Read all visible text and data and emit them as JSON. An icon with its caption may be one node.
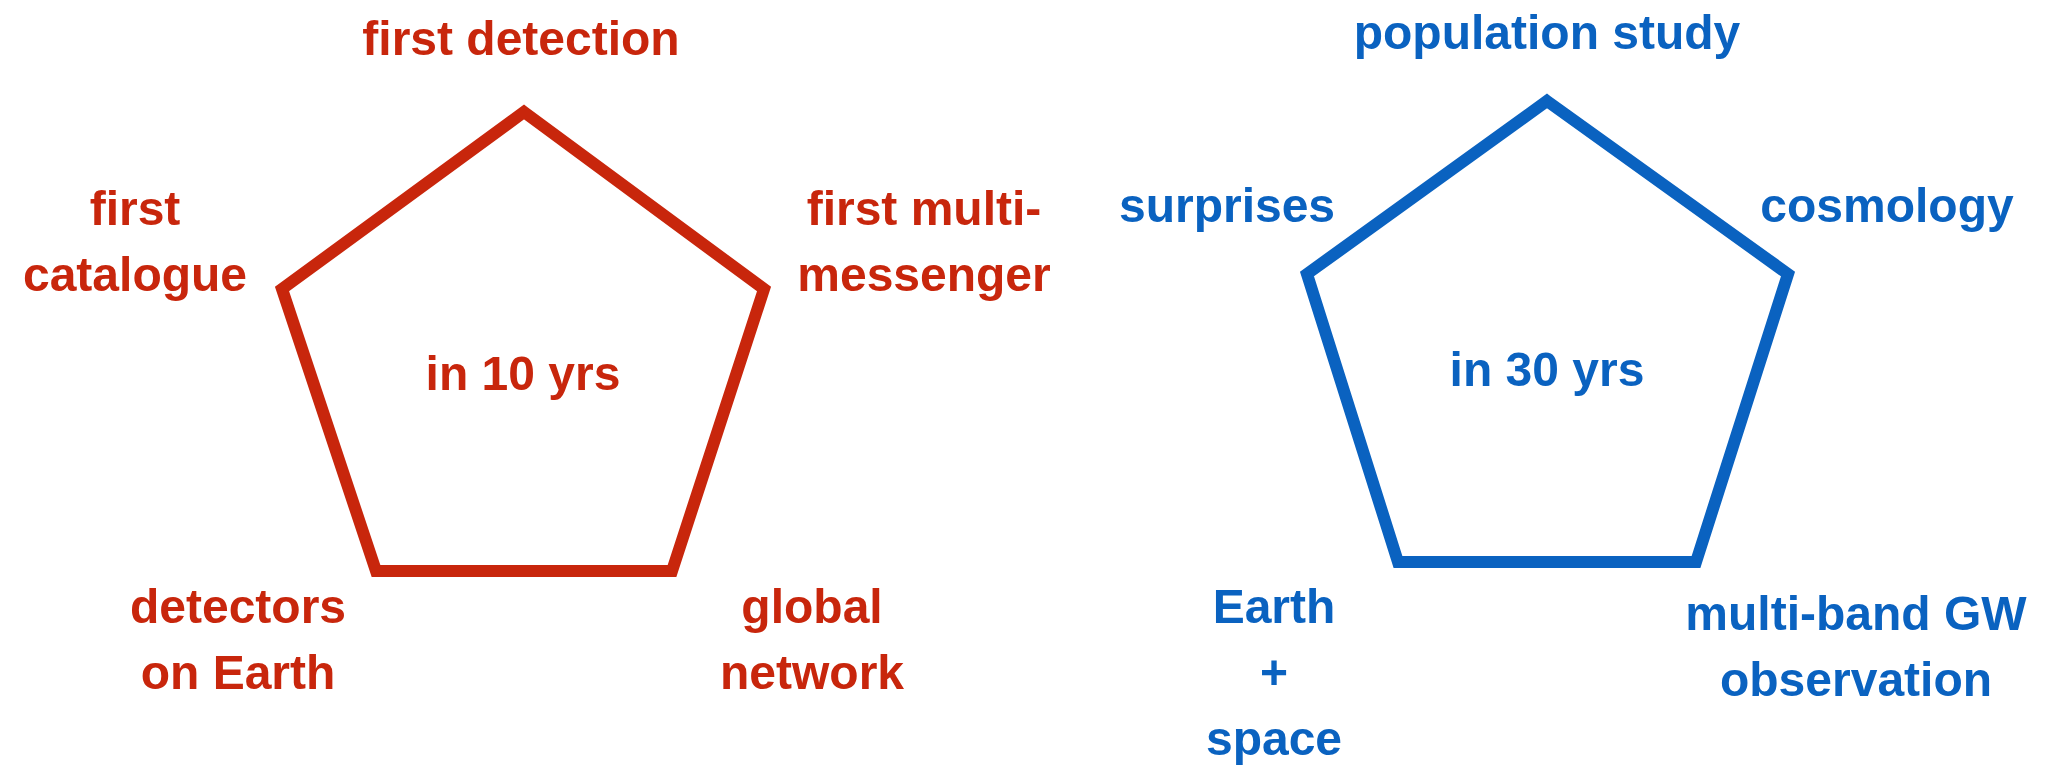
{
  "diagram": {
    "nodes": [
      {
        "text": [
          "in 10 yrs"
        ],
        "beside": [
          "first detection",
          "first catalogue",
          "first multi-messenger",
          "detectors on Earth",
          "global network"
        ]
      },
      {
        "text": [
          "in 30 yrs"
        ],
        "beside": [
          "population study",
          "surprises",
          "cosmology",
          "Earth + space",
          "multi-band GW observation"
        ]
      }
    ]
  }
}
